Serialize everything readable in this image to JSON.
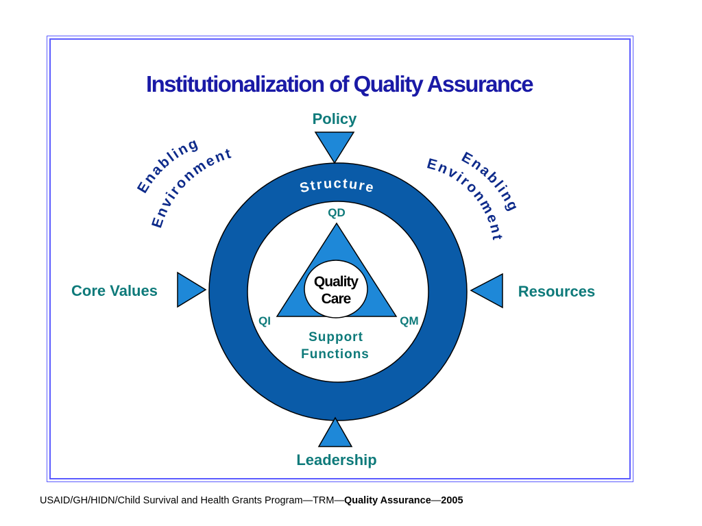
{
  "title": "Institutionalization of Quality Assurance",
  "forces": {
    "top": "Policy",
    "left": "Core Values",
    "right": "Resources",
    "bottom": "Leadership"
  },
  "enabling": {
    "line1": "Enabling",
    "line2": "Environment"
  },
  "ring": {
    "label": "Structure"
  },
  "triangle": {
    "top": "QD",
    "left": "QI",
    "right": "QM",
    "center_line1": "Quality",
    "center_line2": "Care"
  },
  "support": {
    "line1": "Support",
    "line2": "Functions"
  },
  "footer": {
    "text": "USAID/GH/HIDN/Child Survival and Health Grants Program—TRM—",
    "bold1": "Quality Assurance",
    "dash": "—",
    "bold2": "2005"
  },
  "colors": {
    "ring": "#0a5ba8",
    "arrow": "#1e88d8",
    "teal_text": "#0e7a7a",
    "navy_text": "#0d2a8a",
    "white_text": "#ffffff",
    "frame": "#5a5aff"
  },
  "icons": {
    "arrows": "triangle-arrow-icon"
  }
}
